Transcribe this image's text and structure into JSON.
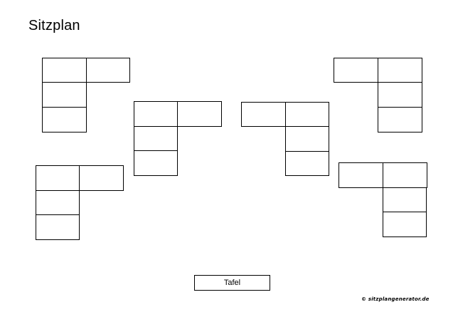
{
  "page": {
    "title": "Sitzplan",
    "board_label": "Tafel",
    "credit": "© sitzplangenerator.de"
  },
  "seat_groups": [
    {
      "name": "group-top-left",
      "seats": 4
    },
    {
      "name": "group-mid-left",
      "seats": 4
    },
    {
      "name": "group-bottom-left",
      "seats": 4
    },
    {
      "name": "group-mid-right",
      "seats": 4
    },
    {
      "name": "group-top-right",
      "seats": 4
    },
    {
      "name": "group-bottom-right",
      "seats": 4
    }
  ]
}
